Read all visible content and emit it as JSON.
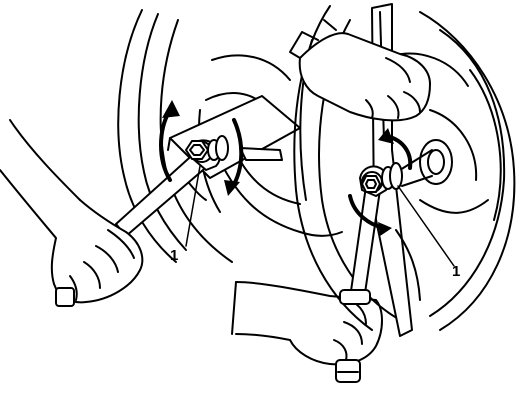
{
  "illustration": {
    "callouts": [
      {
        "id": "left",
        "text": "1"
      },
      {
        "id": "right",
        "text": "1"
      }
    ]
  },
  "colors": {
    "line": "#000000",
    "fill": "#ffffff"
  },
  "icons": {
    "rotation_arrow": "curved-arrow-icon",
    "hand": "hand-icon",
    "wrench": "wrench-icon",
    "blade": "blade-icon",
    "nut": "hex-nut-icon"
  }
}
